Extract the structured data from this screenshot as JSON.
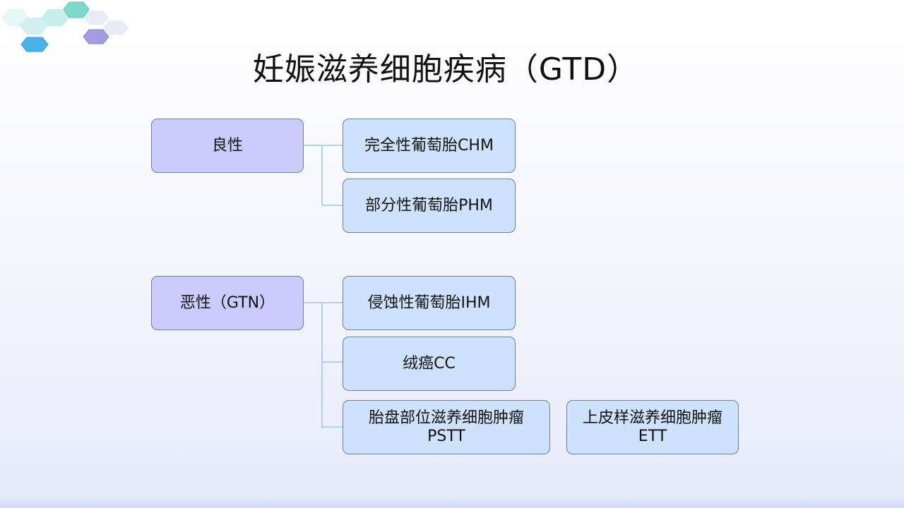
{
  "title": "妊娠滋养细胞疾病（GTD）",
  "colors": {
    "category_fill": "#cccbfd",
    "subtype_fill": "#cfe2fd",
    "box_border": "#6b7f96",
    "connector": "#9cc8e8"
  },
  "benign": {
    "label": "良性",
    "items": [
      "完全性葡萄胎CHM",
      "部分性葡萄胎PHM"
    ]
  },
  "malignant": {
    "label": "恶性（GTN）",
    "items": [
      "侵蚀性葡萄胎IHM",
      "绒癌CC"
    ],
    "pstt": {
      "line1": "胎盘部位滋养细胞肿瘤",
      "line2": "PSTT"
    },
    "ett": {
      "line1": "上皮样滋养细胞肿瘤",
      "line2": "ETT"
    }
  },
  "decoration": {
    "icon": "hexagon-cluster"
  }
}
